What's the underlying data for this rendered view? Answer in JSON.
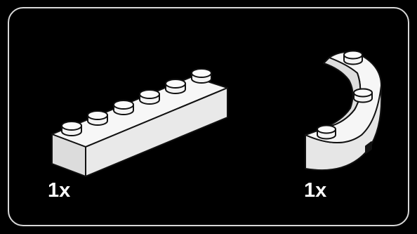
{
  "parts": [
    {
      "id": "brick-1x6",
      "icon": "lego-brick-1x6-icon",
      "quantity": "1x",
      "color": "#f2f2f2"
    },
    {
      "id": "arch-brick-round-corner",
      "icon": "lego-round-corner-brick-icon",
      "quantity": "1x",
      "color": "#f2f2f2"
    }
  ],
  "colors": {
    "background": "#000000",
    "border": "#d8d8d8",
    "part_fill": "#f2f2f2",
    "part_outline": "#111111",
    "text": "#ffffff"
  }
}
